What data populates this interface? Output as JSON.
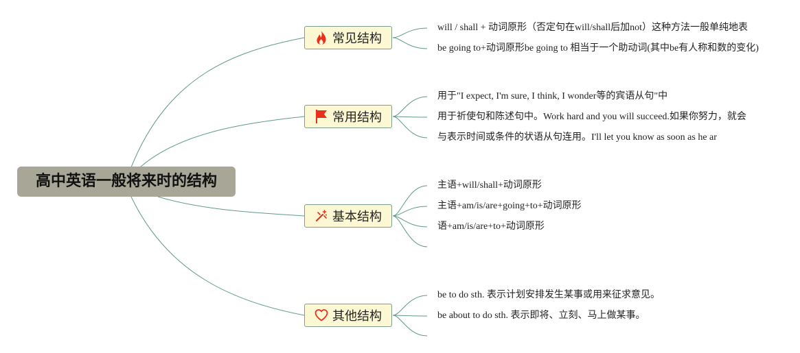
{
  "mindmap": {
    "root": {
      "label": "高中英语一般将来时的结构"
    },
    "branches": [
      {
        "label": "常见结构",
        "icon": "fire-icon",
        "children": [
          "will / shall + 动词原形（否定句在will/shall后加not）这种方法一般单纯地表",
          "be going to+动词原形be going to 相当于一个助动词(其中be有人称和数的变化)"
        ]
      },
      {
        "label": "常用结构",
        "icon": "flag-icon",
        "children": [
          "用于\"I expect, I'm sure, I think, I wonder等的宾语从句\"中",
          "用于祈使句和陈述句中。Work hard and you will succeed.如果你努力，就会",
          "与表示时间或条件的状语从句连用。I'll let you know as soon as he ar"
        ]
      },
      {
        "label": "基本结构",
        "icon": "magic-wand-icon",
        "children": [
          "主语+will/shall+动词原形",
          "主语+am/is/are+going+to+动词原形",
          "语+am/is/are+to+动词原形",
          ""
        ]
      },
      {
        "label": "其他结构",
        "icon": "heart-icon",
        "children": [
          "be to do sth. 表示计划安排发生某事或用来征求意见。",
          "be about to do sth. 表示即将、立刻、马上做某事。",
          ""
        ]
      }
    ]
  },
  "colors": {
    "root_fill": "#a8a696",
    "branch_fill": "#fdf8d4",
    "branch_border": "#7d9e8e",
    "connector": "#5e9a86",
    "icon_red": "#e8301c"
  }
}
